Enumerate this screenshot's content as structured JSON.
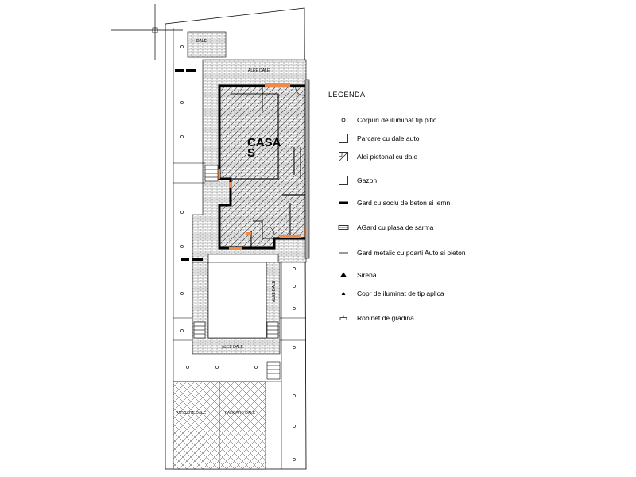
{
  "plan": {
    "house_label_line1": "CASA",
    "house_label_line2": "S",
    "walkway_top": "ALEE DALE",
    "walkway_mid": "ALEE DALE",
    "walkway_side": "ALEE DALE",
    "corner_tile": "DALE",
    "parking_left": "PARCARE DALE",
    "parking_right": "PARCARE DALE"
  },
  "legend": {
    "title": "LEGENDA",
    "items": [
      {
        "icon": "circle-light-icon",
        "label": "Corpuri de iluminat tip pitic"
      },
      {
        "icon": "square-parking-icon",
        "label": "Parcare cu dale auto"
      },
      {
        "icon": "hatched-square-icon",
        "label": "Alei pietonal cu dale"
      },
      {
        "icon": "square-lawn-icon",
        "label": "Gazon"
      },
      {
        "icon": "thick-line-fence-icon",
        "label": "Gard cu soclu de beton si lemn"
      },
      {
        "icon": "mesh-fence-icon",
        "label": "AGard cu plasa de sarma"
      },
      {
        "icon": "thin-line-fence-icon",
        "label": "Gard metalic cu poarti Auto si pieton"
      },
      {
        "icon": "triangle-siren-icon",
        "label": "Sirena"
      },
      {
        "icon": "small-triangle-light-icon",
        "label": "Copr de iluminat de tip aplica"
      },
      {
        "icon": "tap-icon",
        "label": "Robinet de gradina"
      }
    ]
  },
  "colors": {
    "line": "#000000",
    "accent_orange": "#f08a4b",
    "fence_gray": "#b0b0b0"
  }
}
